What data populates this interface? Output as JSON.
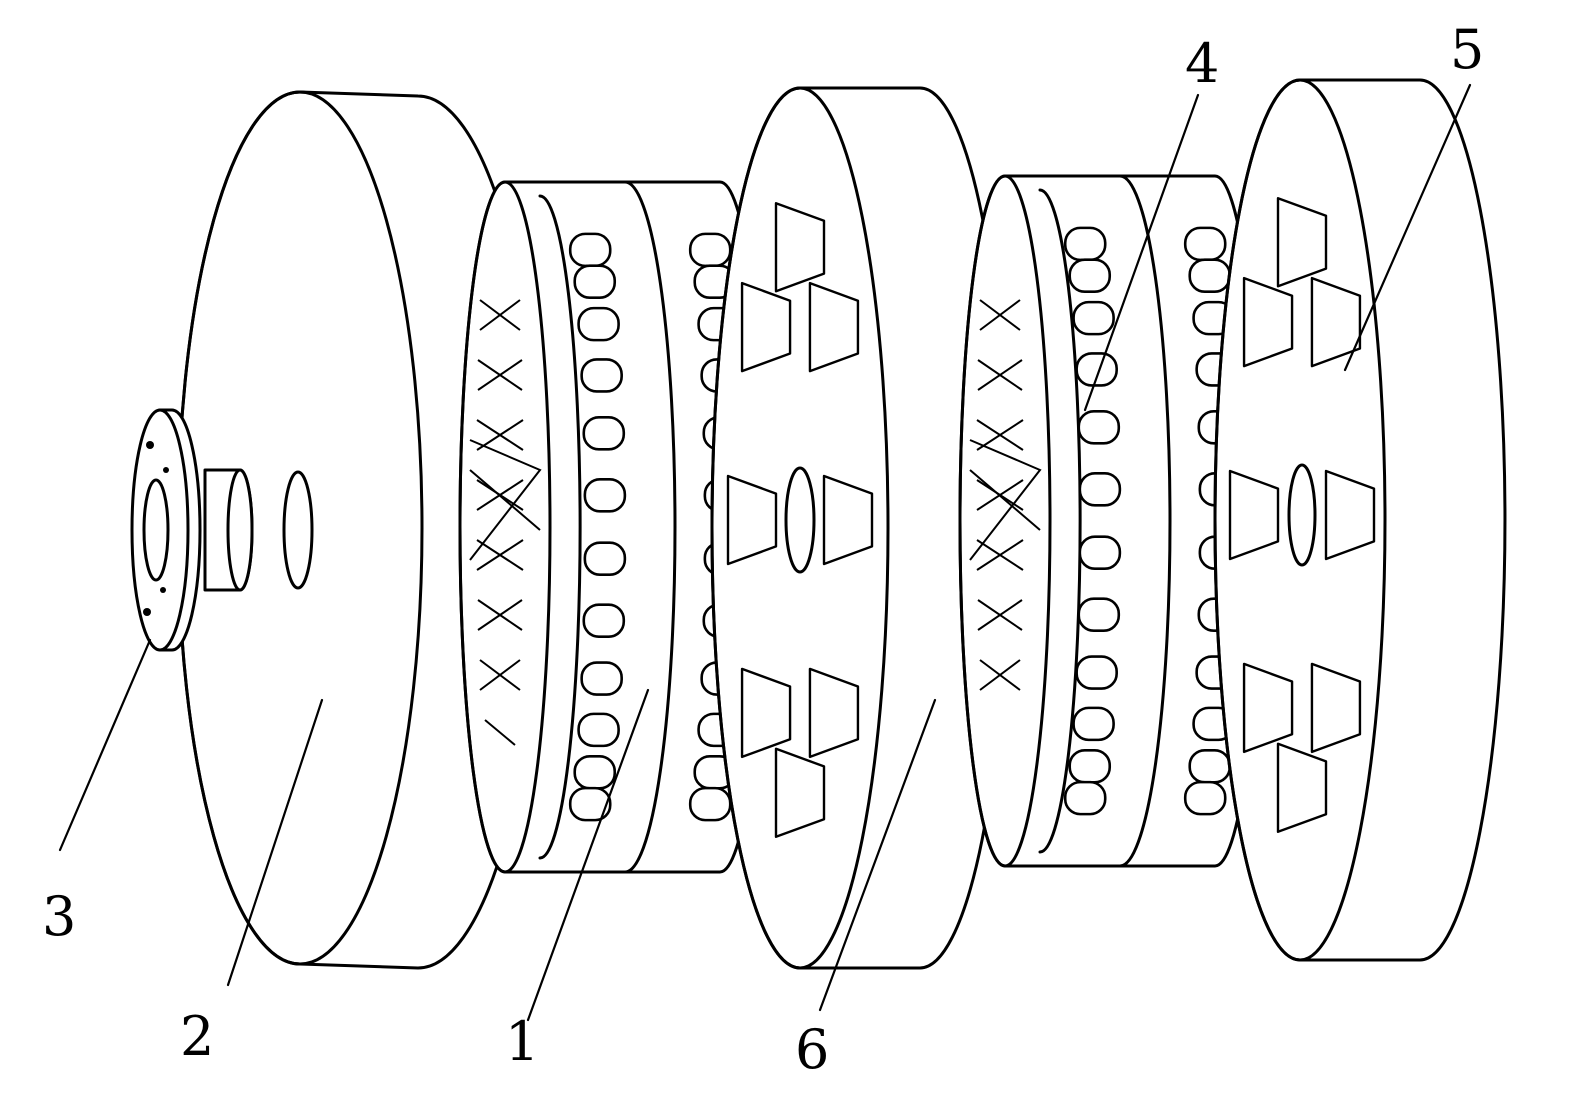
{
  "figure": {
    "callouts": [
      {
        "id": "label-1",
        "text": "1"
      },
      {
        "id": "label-2",
        "text": "2"
      },
      {
        "id": "label-3",
        "text": "3"
      },
      {
        "id": "label-4",
        "text": "4"
      },
      {
        "id": "label-5",
        "text": "5"
      },
      {
        "id": "label-6",
        "text": "6"
      }
    ]
  }
}
